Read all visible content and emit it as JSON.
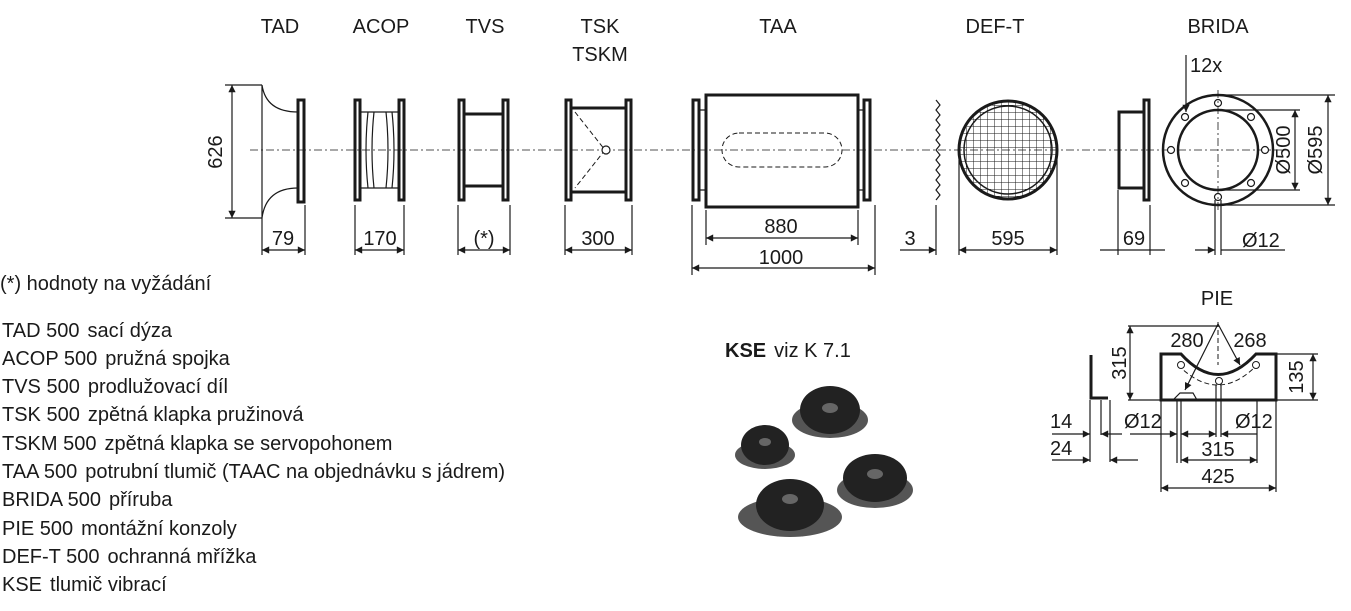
{
  "components": {
    "tad": "TAD",
    "acop": "ACOP",
    "tvs": "TVS",
    "tsk": "TSK",
    "tskm": "TSKM",
    "taa": "TAA",
    "deft": "DEF-T",
    "brida": "BRIDA",
    "pie": "PIE"
  },
  "dimensions": {
    "tad_height": "626",
    "tad_len": "79",
    "acop_len": "170",
    "tvs_len": "(*)",
    "tsk_len": "300",
    "taa_inner": "880",
    "taa_total": "1000",
    "deft_thk": "3",
    "deft_dia": "595",
    "brida_len": "69",
    "brida_hole": "Ø12",
    "brida_holes_count": "12x",
    "brida_d1": "Ø500",
    "brida_d2": "Ø595",
    "pie_h": "315",
    "pie_r1": "280",
    "pie_r2": "268",
    "pie_h2": "135",
    "pie_t1": "14",
    "pie_t2": "24",
    "pie_hole1": "Ø12",
    "pie_hole2": "Ø12",
    "pie_spacing": "315",
    "pie_width": "425"
  },
  "footnote": "(*) hodnoty na vyžádání",
  "kse": {
    "code": "KSE",
    "ref": "viz K 7.1"
  },
  "legend": [
    {
      "code": "TAD 500",
      "desc": "sací dýza"
    },
    {
      "code": "ACOP 500",
      "desc": "pružná spojka"
    },
    {
      "code": "TVS 500",
      "desc": "prodlužovací díl"
    },
    {
      "code": "TSK 500",
      "desc": "zpětná klapka pružinová"
    },
    {
      "code": "TSKM 500",
      "desc": "zpětná klapka se servopohonem"
    },
    {
      "code": "TAA 500",
      "desc": "potrubní tlumič (TAAC na objednávku s jádrem)"
    },
    {
      "code": "BRIDA 500",
      "desc": "příruba"
    },
    {
      "code": "PIE 500",
      "desc": "montážní konzoly"
    },
    {
      "code": "DEF-T 500",
      "desc": "ochranná mřížka"
    },
    {
      "code": "KSE",
      "desc": "tlumič vibrací"
    }
  ]
}
